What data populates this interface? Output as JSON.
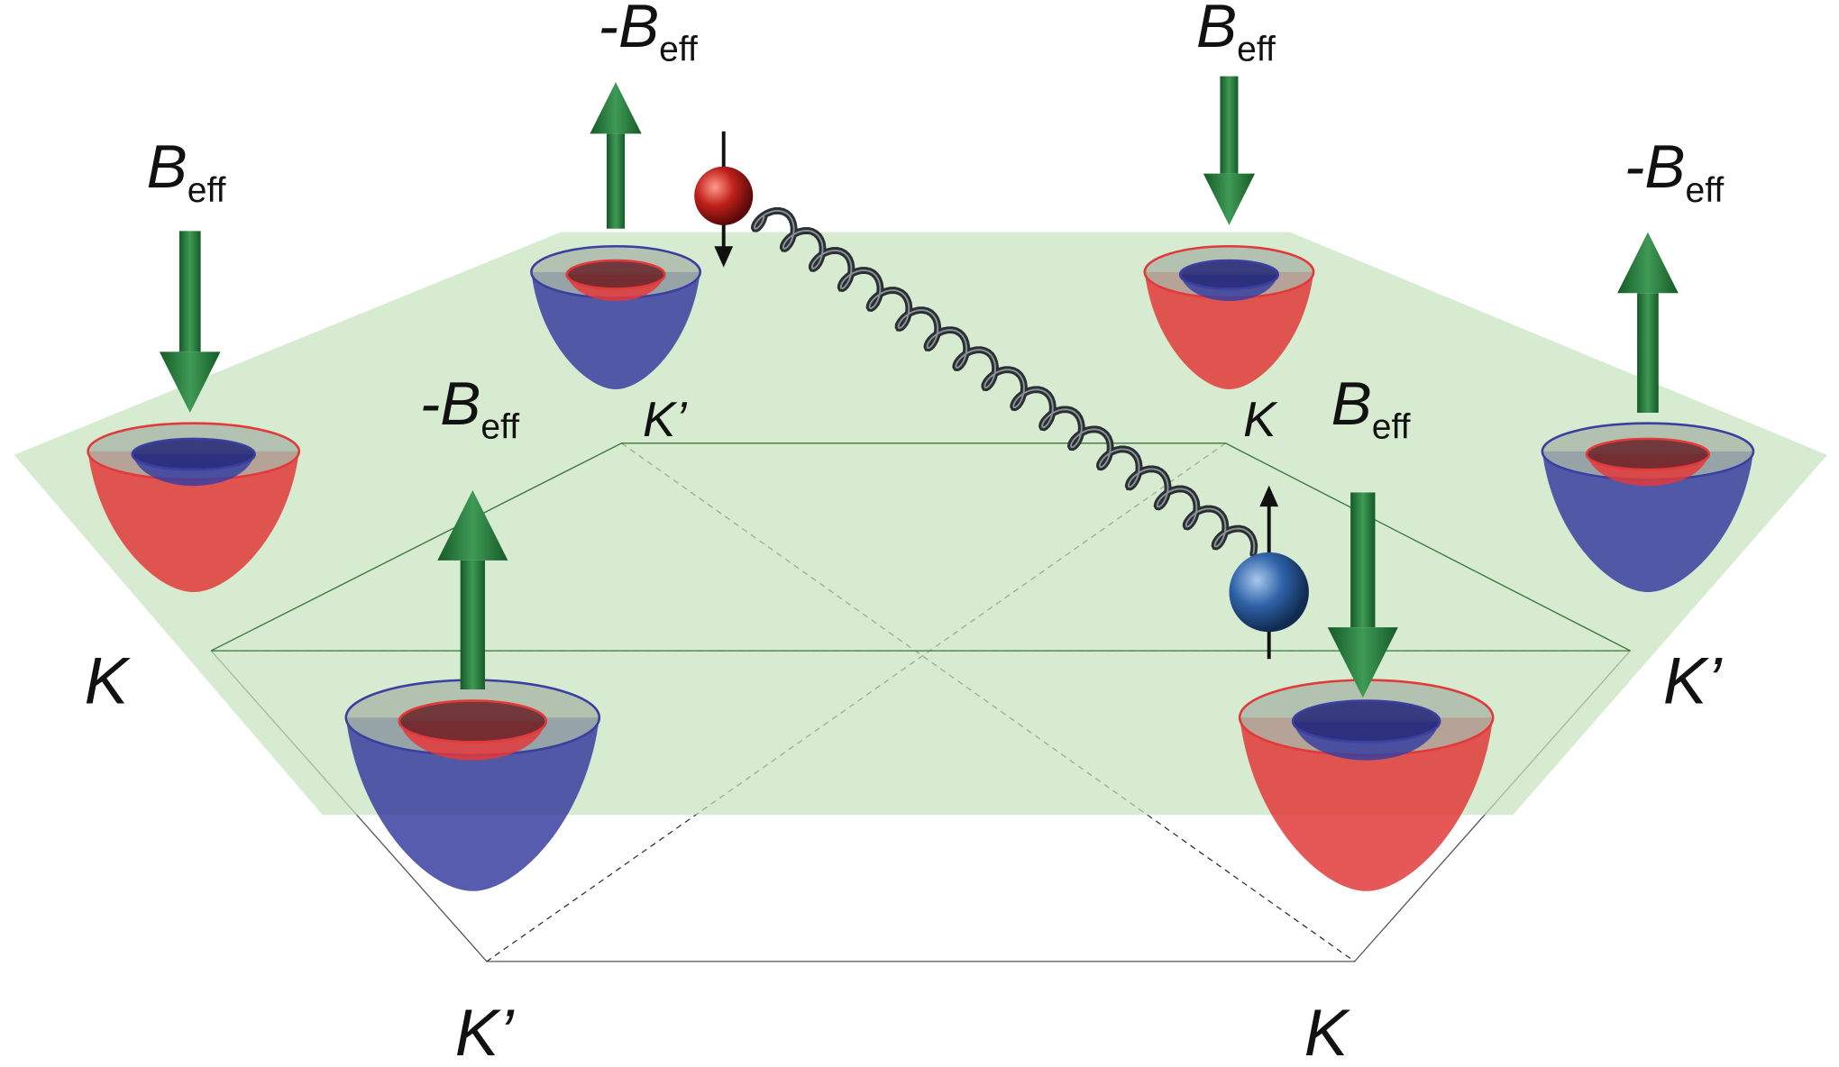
{
  "labels": {
    "b_eff": "B",
    "eff": "eff",
    "neg_b_eff": "-B",
    "k": "K",
    "k_prime": "K’"
  },
  "cones": [
    {
      "id": "cone-top-left",
      "outer": "blue",
      "inner": "red",
      "valley": "K’"
    },
    {
      "id": "cone-top-right",
      "outer": "red",
      "inner": "blue",
      "valley": "K"
    },
    {
      "id": "cone-left",
      "outer": "red",
      "inner": "blue",
      "valley": "K"
    },
    {
      "id": "cone-right",
      "outer": "blue",
      "inner": "red",
      "valley": "K’"
    },
    {
      "id": "cone-bottom-left",
      "outer": "blue",
      "inner": "red",
      "valley": "K’"
    },
    {
      "id": "cone-bottom-right",
      "outer": "red",
      "inner": "blue",
      "valley": "K"
    }
  ],
  "colors": {
    "plane": "#cfe8c9",
    "arrow": "#1f6b34",
    "red": "#e23a3a",
    "blue": "#3a3fa0",
    "spring": "#2a2f33"
  }
}
